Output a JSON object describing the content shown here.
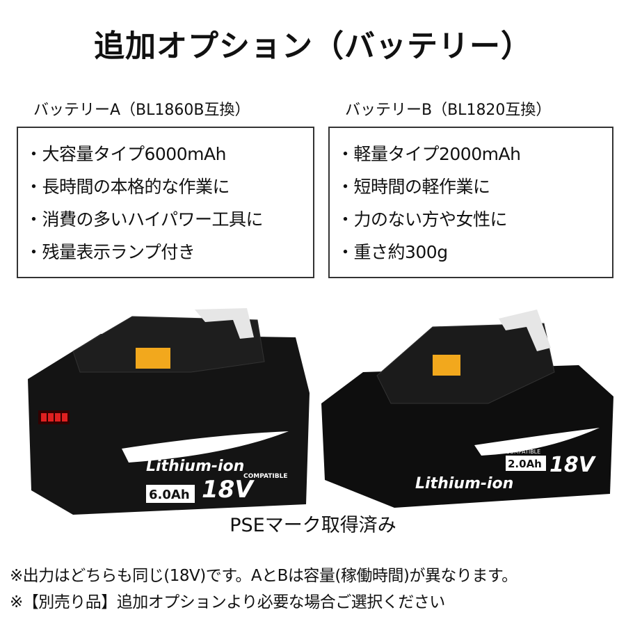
{
  "title": "追加オプション（バッテリー）",
  "battery_a": {
    "heading": "バッテリーA（BL1860B互換）",
    "features": [
      "・大容量タイプ6000mAh",
      "・長時間の本格的な作業に",
      "・消費の多いハイパワー工具に",
      "・残量表示ランプ付き"
    ],
    "label_brand": "Lithium-ion",
    "label_voltage": "18V",
    "label_capacity": "6.0Ah",
    "label_compatible": "COMPATIBLE"
  },
  "battery_b": {
    "heading": "バッテリーB（BL1820互換）",
    "features": [
      "・軽量タイプ2000mAh",
      "・短時間の軽作業に",
      "・力のない方や女性に",
      "・重さ約300g"
    ],
    "label_brand": "Lithium-ion",
    "label_voltage": "18V",
    "label_capacity": "2.0Ah",
    "label_compatible": "COMPATIBLE"
  },
  "certification": "PSEマーク取得済み",
  "notes": [
    "※出力はどちらも同じ(18V)です。AとBは容量(稼働時間)が異なります。",
    "※【別売り品】追加オプションより必要な場合ご選択ください"
  ],
  "colors": {
    "battery_body": "#141414",
    "connector": "#f2a81d",
    "latch": "#e8e8e8",
    "indicator": "#e02020"
  }
}
